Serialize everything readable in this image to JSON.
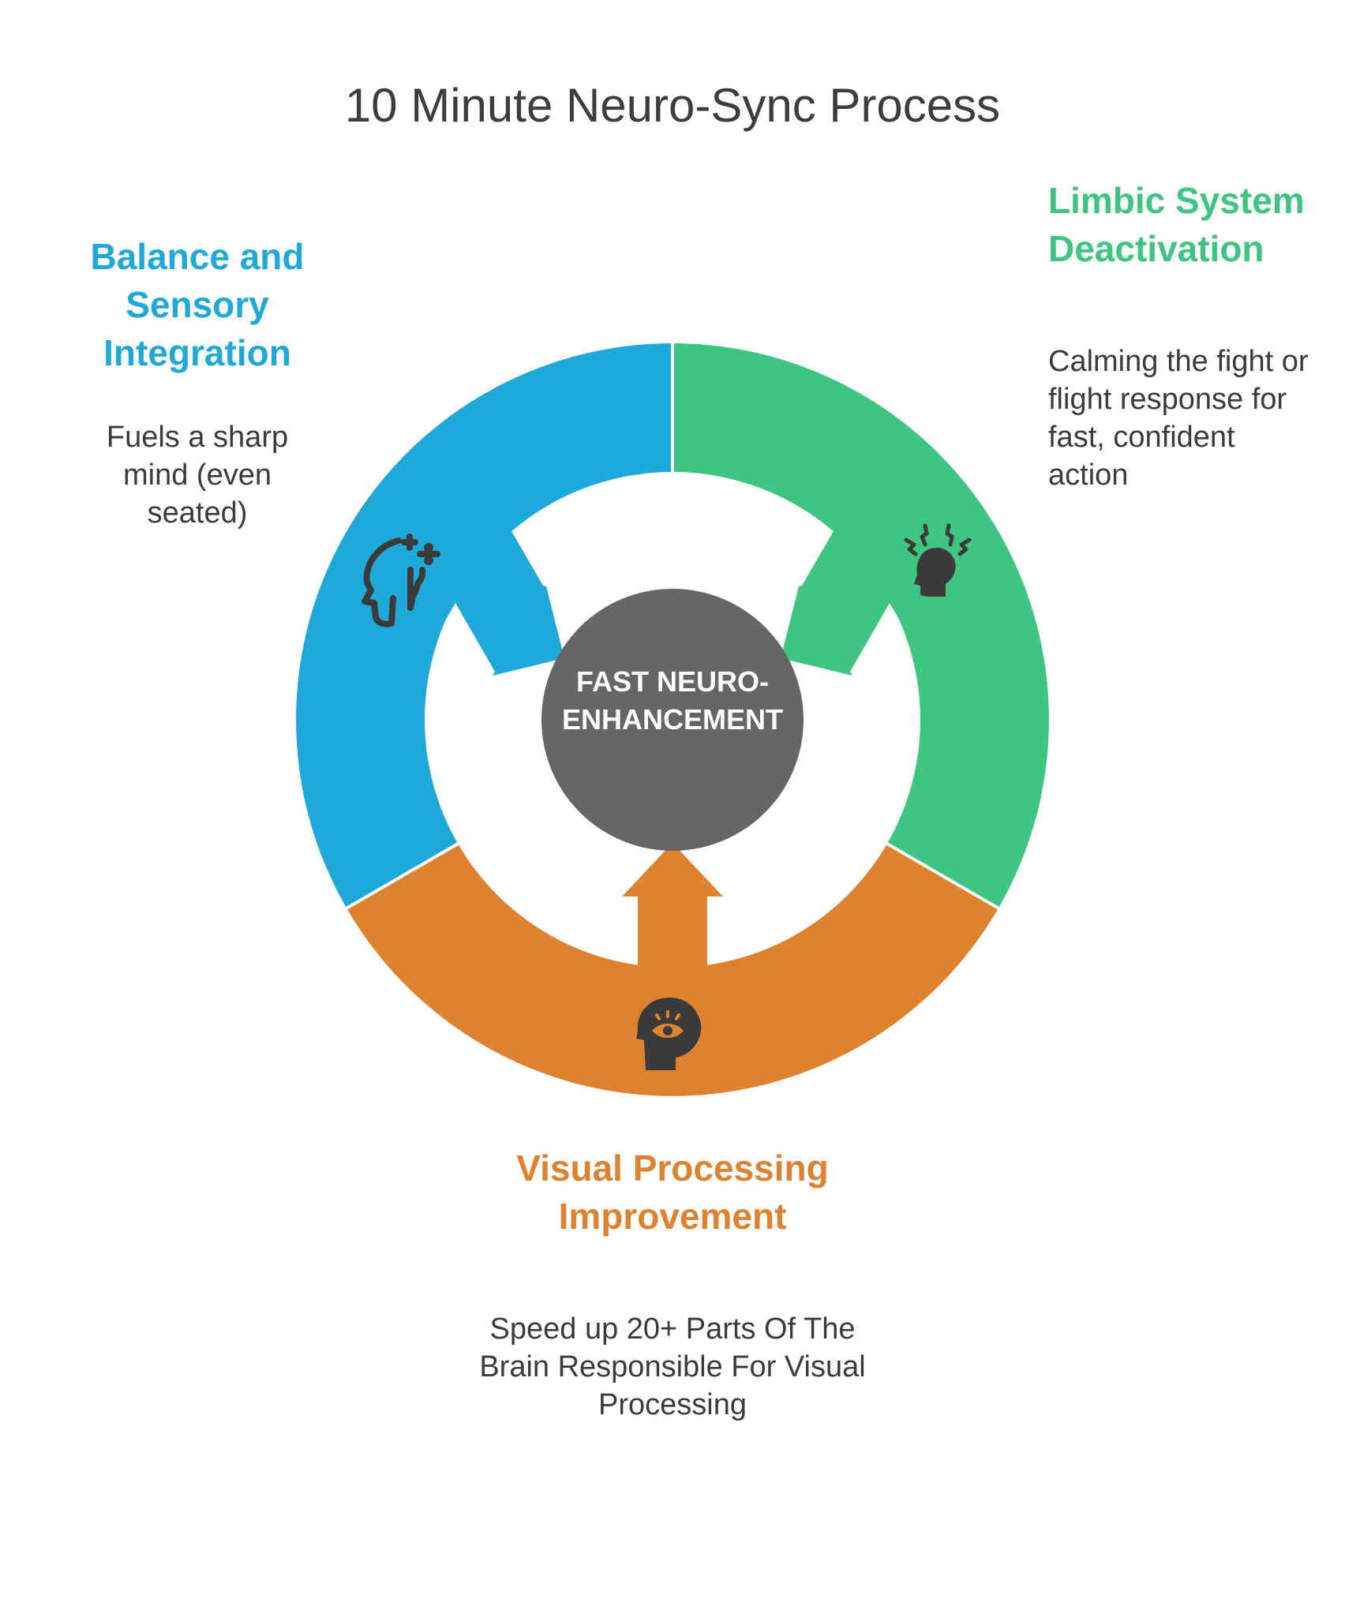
{
  "title": "10 Minute Neuro-Sync Process",
  "center": {
    "label": "FAST NEURO-ENHANCEMENT",
    "color": "#666666"
  },
  "segments": [
    {
      "heading": "Balance and Sensory Integration",
      "description": "Fuels a sharp mind (even seated)",
      "color": "#1fa9db",
      "icon": "brain-math-icon"
    },
    {
      "heading": "Limbic System Deactivation",
      "description": "Calming the fight or flight response for fast, confident action",
      "color": "#3ec582",
      "icon": "stressed-head-icon"
    },
    {
      "heading": "Visual Processing Improvement",
      "description": "Speed up 20+ Parts Of The Brain Responsible For Visual Processing",
      "color": "#de8230",
      "icon": "eye-head-icon"
    }
  ]
}
